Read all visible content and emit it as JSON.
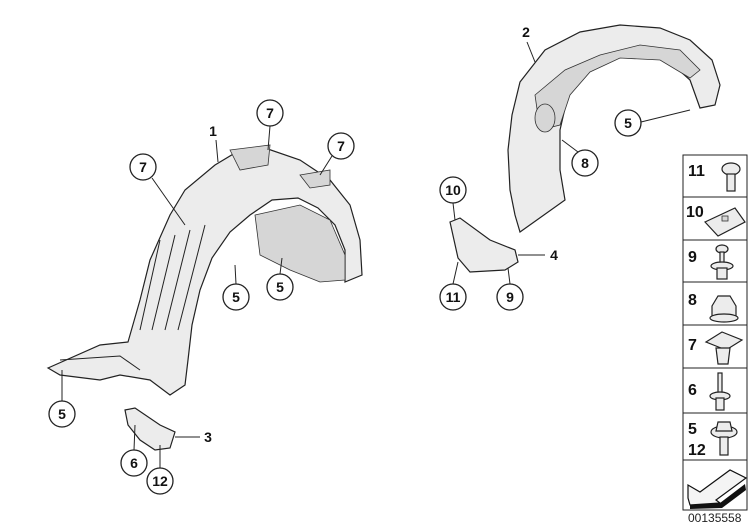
{
  "diagram": {
    "callouts": {
      "front_liner": "1",
      "rear_liner": "2",
      "bracket": "3",
      "cover": "4",
      "c7a": "7",
      "c7b": "7",
      "c7c": "7",
      "c5a": "5",
      "c5b": "5",
      "c5c": "5",
      "c5d": "5",
      "c8": "8",
      "c10": "10",
      "c11": "11",
      "c9": "9",
      "c6": "6",
      "c12": "12"
    },
    "legend": [
      {
        "label": "11",
        "icon": "screw-icon"
      },
      {
        "label": "10",
        "icon": "clip-nut-icon"
      },
      {
        "label": "9",
        "icon": "expanding-rivet-icon"
      },
      {
        "label": "8",
        "icon": "hex-nut-icon"
      },
      {
        "label": "7",
        "icon": "square-clip-icon"
      },
      {
        "label": "6",
        "icon": "pin-rivet-icon"
      },
      {
        "label": "5",
        "label2": "12",
        "icon": "flange-screw-icon"
      }
    ],
    "diagram_number": "00135558"
  }
}
